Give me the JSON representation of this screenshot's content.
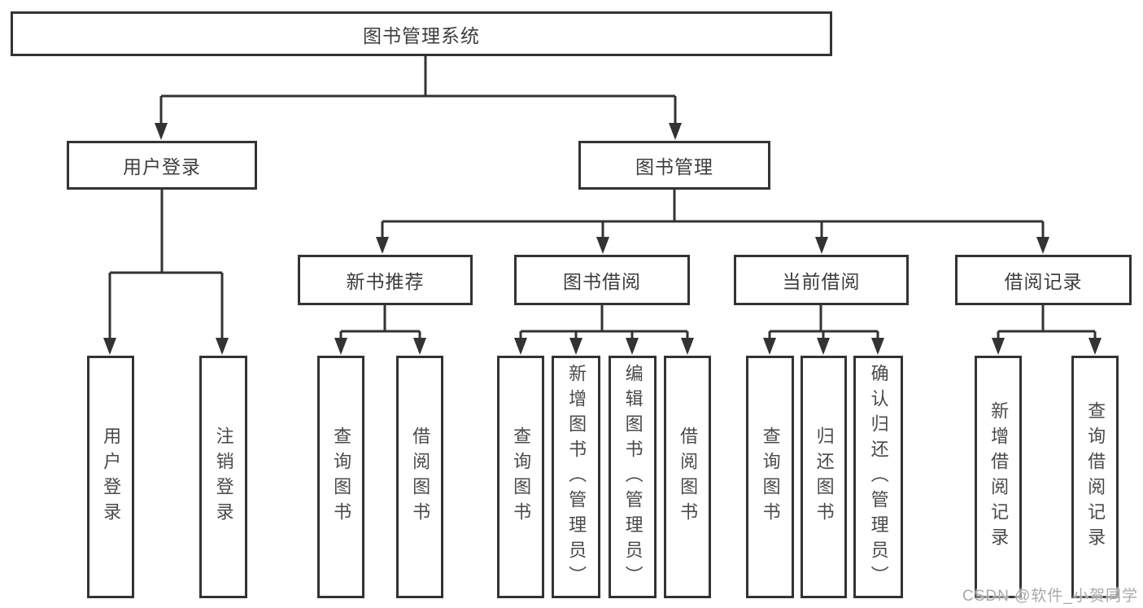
{
  "watermark": "CSDN @软件_小贺同学",
  "colors": {
    "line": "#333333",
    "box_border": "#333333",
    "box_background": "#ffffff",
    "label_text": "#3d3d3d",
    "leaf_text": "#4a4a4a",
    "watermark_text": "#a9a9a9"
  },
  "tree": {
    "root": "图书管理系统",
    "children": [
      {
        "label": "用户登录",
        "children": [
          "用户登录",
          "注销登录"
        ]
      },
      {
        "label": "图书管理",
        "children": [
          {
            "label": "新书推荐",
            "children": [
              "查询图书",
              "借阅图书"
            ]
          },
          {
            "label": "图书借阅",
            "children": [
              "查询图书",
              "新增图书（管理员）",
              "编辑图书（管理员）",
              "借阅图书"
            ]
          },
          {
            "label": "当前借阅",
            "children": [
              "查询图书",
              "归还图书",
              "确认归还（管理员）"
            ]
          },
          {
            "label": "借阅记录",
            "children": [
              "新增借阅记录",
              "查询借阅记录"
            ]
          }
        ]
      }
    ]
  }
}
